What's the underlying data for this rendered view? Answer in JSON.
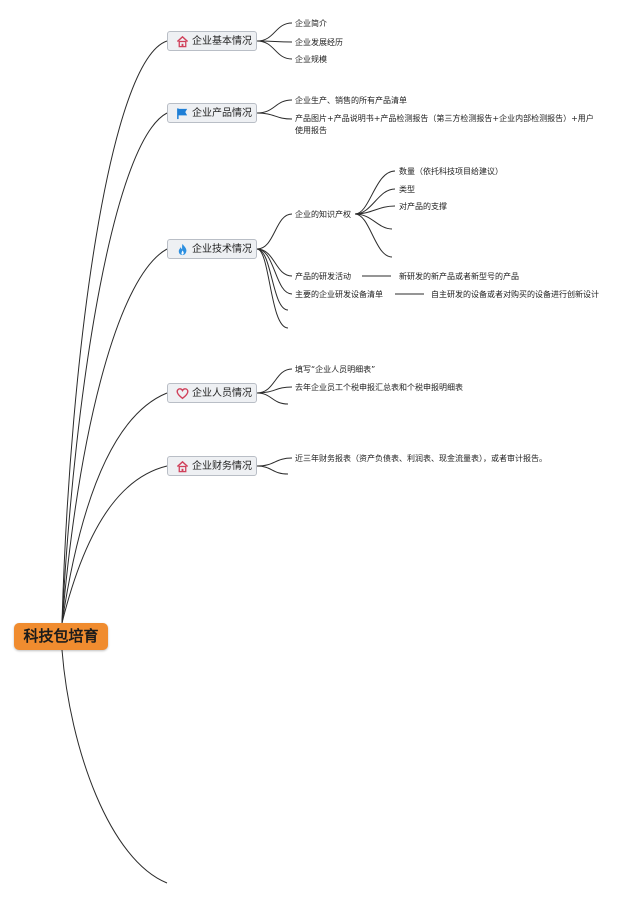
{
  "root": {
    "label": "科技包培育"
  },
  "branches": [
    {
      "label": "企业基本情况",
      "icon": "home-icon",
      "children": [
        "企业简介",
        "企业发展经历",
        "企业规模"
      ]
    },
    {
      "label": "企业产品情况",
      "icon": "flag-icon",
      "children": [
        "企业生产、销售的所有产品清单",
        "产品图片+产品说明书+产品检测报告（第三方检测报告+企业内部检测报告）+用户使用报告"
      ]
    },
    {
      "label": "企业技术情况",
      "icon": "flame-icon",
      "children": [
        {
          "label": "企业的知识产权",
          "children": [
            "数量（依托科技项目给建议）",
            "类型",
            "对产品的支撑"
          ]
        },
        {
          "label": "产品的研发活动",
          "detail": "新研发的新产品或者新型号的产品"
        },
        {
          "label": "主要的企业研发设备清单",
          "detail": "自主研发的设备或者对购买的设备进行创新设计"
        }
      ]
    },
    {
      "label": "企业人员情况",
      "icon": "heart-icon",
      "children": [
        "填写“企业人员明细表”",
        "去年企业员工个税申报汇总表和个税申报明细表"
      ]
    },
    {
      "label": "企业财务情况",
      "icon": "home-icon",
      "children": [
        "近三年财务报表（资产负债表、利润表、现金流量表），或者审计报告。"
      ]
    }
  ],
  "colors": {
    "root": "#f08c2f",
    "line": "#2b2b2b",
    "node_bg": "#eef0f3",
    "node_border": "#b9bec6",
    "home_icon": "#d0405a",
    "flag_icon": "#1f7fd6",
    "flame_icon": "#2c8fe0",
    "heart_icon": "#d0405a"
  }
}
